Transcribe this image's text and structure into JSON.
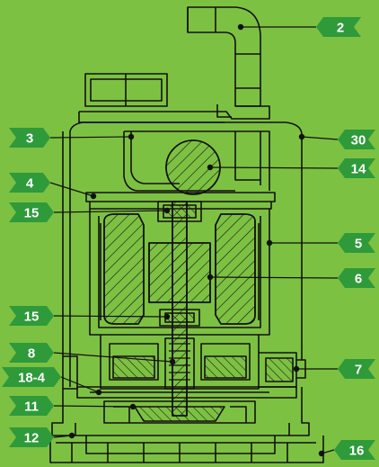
{
  "colors": {
    "background": "#7dc142",
    "outline": "#111111",
    "tag": "#2e9a3a",
    "tag_text": "#ffffff",
    "leader": "#111111",
    "dot": "#111111"
  },
  "callouts": [
    {
      "id": "c2",
      "text": "2"
    },
    {
      "id": "c3",
      "text": "3"
    },
    {
      "id": "c30",
      "text": "30"
    },
    {
      "id": "c14",
      "text": "14"
    },
    {
      "id": "c4",
      "text": "4"
    },
    {
      "id": "c15a",
      "text": "15"
    },
    {
      "id": "c5",
      "text": "5"
    },
    {
      "id": "c6",
      "text": "6"
    },
    {
      "id": "c15b",
      "text": "15"
    },
    {
      "id": "c8",
      "text": "8"
    },
    {
      "id": "c7",
      "text": "7"
    },
    {
      "id": "c18_4",
      "text": "18-4"
    },
    {
      "id": "c11",
      "text": "11"
    },
    {
      "id": "c12",
      "text": "12"
    },
    {
      "id": "c16",
      "text": "16"
    }
  ]
}
